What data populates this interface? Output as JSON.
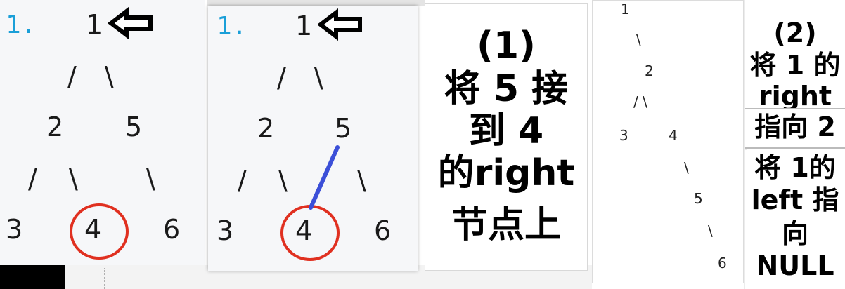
{
  "panel1": {
    "line_number": "1.",
    "root": "1",
    "branch_root": "/ \\",
    "level2_left": "2",
    "level2_right": "5",
    "branch_2_left": "/",
    "branch_2_right": "\\",
    "branch_5_right": "\\",
    "leaf_left": "3",
    "leaf_mid": "4",
    "leaf_right": "6"
  },
  "panel2": {
    "line_number": "1.",
    "root": "1",
    "branch_root": "/ \\",
    "level2_left": "2",
    "level2_right": "5",
    "branch_2_left": "/",
    "branch_2_right": "\\",
    "branch_5_right": "\\",
    "leaf_left": "3",
    "leaf_mid": "4",
    "leaf_right": "6"
  },
  "caption1": {
    "line1": "(1)",
    "line2": "将 5 接",
    "line3": "到  4",
    "line4": "的right",
    "line5": "节点上"
  },
  "panel4": {
    "n1": "1",
    "b1": "\\",
    "n2": "2",
    "b2": "/  \\",
    "n3": "3",
    "n4": "4",
    "b3": "\\",
    "n5": "5",
    "b4": "\\",
    "n6": "6"
  },
  "caption2": {
    "line1": "(2)",
    "line2": "将 1 的",
    "line3": "right",
    "line4": "指向 2"
  },
  "caption3": {
    "line1": "将 1的",
    "line2": "left 指",
    "line3": "向",
    "line4": "NULL"
  },
  "colors": {
    "line_number": "#1a9fd8",
    "highlight_circle": "#e03020",
    "connector_line": "#3b4fd8",
    "arrow": "#000000"
  },
  "icons": {
    "arrow": "left-arrow-icon"
  }
}
